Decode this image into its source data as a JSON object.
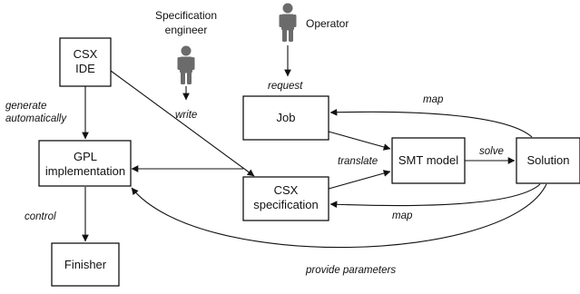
{
  "nodes": {
    "csx_ide": [
      "CSX",
      "IDE"
    ],
    "gpl": [
      "GPL",
      "implementation"
    ],
    "finisher": [
      "Finisher"
    ],
    "job": [
      "Job"
    ],
    "csx_spec": [
      "CSX",
      "specification"
    ],
    "smt": [
      "SMT model"
    ],
    "solution": [
      "Solution"
    ]
  },
  "actors": {
    "spec_engineer": [
      "Specification",
      "engineer"
    ],
    "operator": "Operator"
  },
  "edges": {
    "generate": [
      "generate",
      "automatically"
    ],
    "control": "control",
    "write": "write",
    "request": "request",
    "translate": "translate",
    "solve": "solve",
    "map_top": "map",
    "map_bottom": "map",
    "provide": "provide parameters"
  },
  "icons": {
    "actor": "person-icon"
  },
  "colors": {
    "person": "#6b6b6b",
    "stroke": "#111111"
  }
}
